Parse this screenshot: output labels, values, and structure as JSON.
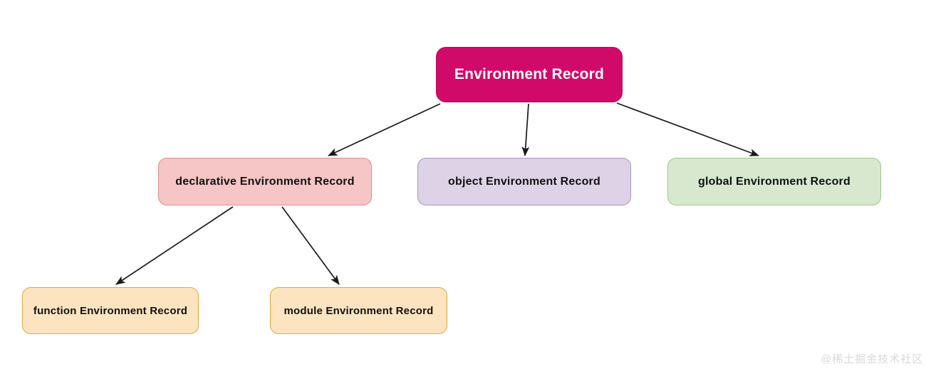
{
  "diagram": {
    "type": "hierarchy-tree",
    "background_color": "#ffffff",
    "nodes": [
      {
        "id": "root",
        "label": "Environment Record",
        "level": 0,
        "fill": "#d10a6a",
        "stroke": "#b4085b",
        "text_color": "#ffffff"
      },
      {
        "id": "declarative",
        "label": "declarative Environment Record",
        "level": 1,
        "fill": "#f5c6c5",
        "stroke": "#d98f8f",
        "text_color": "#111111"
      },
      {
        "id": "object",
        "label": "object Environment Record",
        "level": 1,
        "fill": "#ddd2e6",
        "stroke": "#a893bd",
        "text_color": "#111111"
      },
      {
        "id": "global",
        "label": "global Environment Record",
        "level": 1,
        "fill": "#d7e8ce",
        "stroke": "#9ec58c",
        "text_color": "#111111"
      },
      {
        "id": "function",
        "label": "function Environment Record",
        "level": 2,
        "fill": "#fde4c1",
        "stroke": "#e4a73a",
        "text_color": "#111111"
      },
      {
        "id": "module",
        "label": "module Environment Record",
        "level": 2,
        "fill": "#fde4c1",
        "stroke": "#e4a73a",
        "text_color": "#111111"
      }
    ],
    "edges": [
      {
        "from": "root",
        "to": "declarative",
        "style": "arrow",
        "color": "#1a1a1a"
      },
      {
        "from": "root",
        "to": "object",
        "style": "arrow",
        "color": "#1a1a1a"
      },
      {
        "from": "root",
        "to": "global",
        "style": "arrow",
        "color": "#1a1a1a"
      },
      {
        "from": "declarative",
        "to": "function",
        "style": "arrow",
        "color": "#1a1a1a"
      },
      {
        "from": "declarative",
        "to": "module",
        "style": "arrow",
        "color": "#1a1a1a"
      }
    ]
  },
  "watermark": {
    "text": "@稀土掘金技术社区",
    "color": "#d9d9d9"
  }
}
